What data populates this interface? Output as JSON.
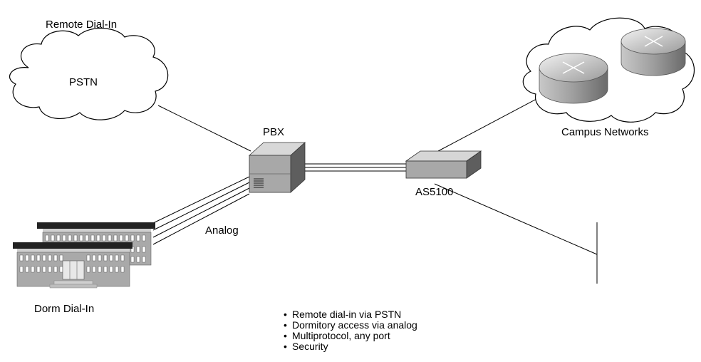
{
  "labels": {
    "remote_dial_in": "Remote Dial-In",
    "pstn": "PSTN",
    "pbx": "PBX",
    "analog": "Analog",
    "as5100": "AS5100",
    "campus_networks": "Campus Networks",
    "dorm_dial_in": "Dorm Dial-In"
  },
  "bullets": [
    "Remote dial-in via PSTN",
    "Dormitory access via analog",
    "Multiprotocol, any port",
    "Security"
  ],
  "bullet_char": "•",
  "colors": {
    "line": "#000000",
    "device_light": "#d6d6d6",
    "device_mid": "#a8a8a8",
    "device_dark": "#5e5e5e",
    "building_roof": "#222222",
    "building_wall": "#a9a9a9"
  }
}
